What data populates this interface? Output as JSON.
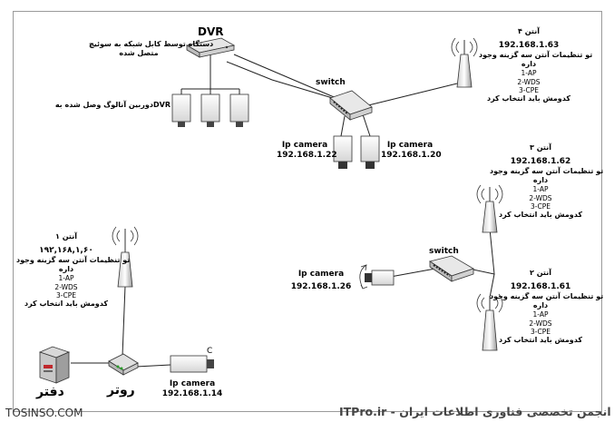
{
  "dvr": {
    "title": "DVR",
    "note_line1": "دستگاه توسط کابل شبکه به سوئیچ",
    "note_line2": "متصل شده"
  },
  "analog_cameras_label": "دوربین آنالوگ وصل شده بهDVR",
  "switch_top": {
    "label": "switch"
  },
  "switch_bottom": {
    "label": "switch"
  },
  "ip_camera_22": {
    "name": "Ip camera",
    "ip": "192.168.1.22"
  },
  "ip_camera_20": {
    "name": "Ip camera",
    "ip": "192.168.1.20"
  },
  "ip_camera_26": {
    "name": "Ip camera",
    "ip": "192.168.1.26"
  },
  "ip_camera_14": {
    "name": "Ip camera",
    "ip": "192.168.1.14"
  },
  "antenna_4": {
    "title": "آنتن ۴",
    "ip": "192.168.1.63",
    "desc_line1": "تو تنظیمات آنتن سه گزینه وجود",
    "desc_line2": "داره",
    "options": [
      "1-AP",
      "2-WDS",
      "3-CPE"
    ],
    "choose": "کدومش باید انتخاب کرد"
  },
  "antenna_3": {
    "title": "آنتن ۳",
    "ip": "192.168.1.62",
    "desc_line1": "تو تنظیمات آنتن سه گزینه وجود",
    "desc_line2": "داره",
    "options": [
      "1-AP",
      "2-WDS",
      "3-CPE"
    ],
    "choose": "کدومش باید انتخاب کرد"
  },
  "antenna_2": {
    "title": "آنتن ۲",
    "ip": "192.168.1.61",
    "desc_line1": "تو تنظیمات آنتن سه گزینه وجود",
    "desc_line2": "داره",
    "options": [
      "1-AP",
      "2-WDS",
      "3-CPE"
    ],
    "choose": "کدومش باید انتخاب کرد"
  },
  "antenna_1": {
    "title": "آنتن ۱",
    "ip": "۱۹۲,۱۶۸,۱,۶۰",
    "desc_line1": "تو تنظیمات آنتن سه گزینه وجود",
    "desc_line2": "داره",
    "options": [
      "1-AP",
      "2-WDS",
      "3-CPE"
    ],
    "choose": "کدومش باید انتخاب کرد"
  },
  "office_label": "دفتر",
  "router_label": "روتر",
  "camera_c_mark": "C",
  "watermark_left": "TOSINSO.COM",
  "watermark_right": "ITPro.ir - انجمن تخصصی فناوری اطلاعات ایران"
}
